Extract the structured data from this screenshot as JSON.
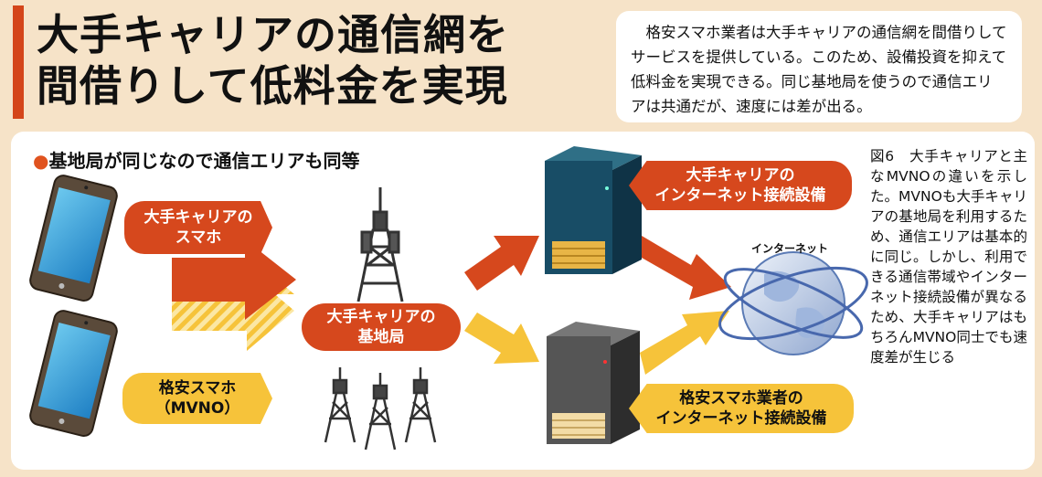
{
  "title": {
    "line1": "大手キャリアの通信網を",
    "line2": "間借りして低料金を実現"
  },
  "summary": "格安スマホ業者は大手キャリアの通信網を間借りしてサービスを提供している。このため、設備投資を抑えて低料金を実現できる。同じ基地局を使うので通信エリアは共通だが、速度には差が出る。",
  "subhead": {
    "bullet": "●",
    "text": "基地局が同じなので通信エリアも同等"
  },
  "labels": {
    "carrier_phone_1": "大手キャリアの",
    "carrier_phone_2": "スマホ",
    "mvno_phone_1": "格安スマホ",
    "mvno_phone_2": "（MVNO）",
    "base_station_1": "大手キャリアの",
    "base_station_2": "基地局",
    "carrier_equip_1": "大手キャリアの",
    "carrier_equip_2": "インターネット接続設備",
    "mvno_equip_1": "格安スマホ業者の",
    "mvno_equip_2": "インターネット接続設備",
    "internet": "インターネット"
  },
  "caption": "図6　大手キャリアと主なMVNOの違いを示した。MVNOも大手キャリアの基地局を利用するため、通信エリアは基本的に同じ。しかし、利用できる通信帯域やインターネット接続設備が異なるため、大手キャリアはもちろんMVNO同士でも速度差が生じる",
  "colors": {
    "accent_red": "#d6481d",
    "accent_yellow": "#f6c33a",
    "background": "#f6e3c8"
  }
}
